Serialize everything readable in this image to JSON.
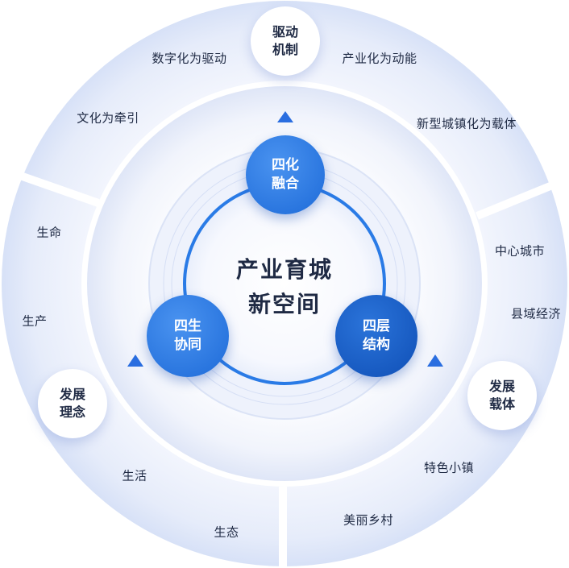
{
  "center": {
    "line1": "产业育城",
    "line2": "新空间"
  },
  "inner_nodes": [
    {
      "line1": "四化",
      "line2": "融合"
    },
    {
      "line1": "四生",
      "line2": "协同"
    },
    {
      "line1": "四层",
      "line2": "结构"
    }
  ],
  "outer_nodes": [
    {
      "line1": "驱动",
      "line2": "机制"
    },
    {
      "line1": "发展",
      "line2": "理念"
    },
    {
      "line1": "发展",
      "line2": "载体"
    }
  ],
  "ring_labels": {
    "top": [
      "数字化为驱动",
      "产业化为动能",
      "文化为牵引",
      "新型城镇化为载体"
    ],
    "left": [
      "生命",
      "生产",
      "生活",
      "生态"
    ],
    "right": [
      "中心城市",
      "县域经济",
      "特色小镇",
      "美丽乡村"
    ]
  },
  "colors": {
    "ring_light": "#e8eefb",
    "ring_edge": "#c9d6f4",
    "blue_primary": "#2a7be6",
    "blue_dark": "#1659c4",
    "arrow": "#2a6ee0",
    "text_dark": "#1f2a44"
  }
}
